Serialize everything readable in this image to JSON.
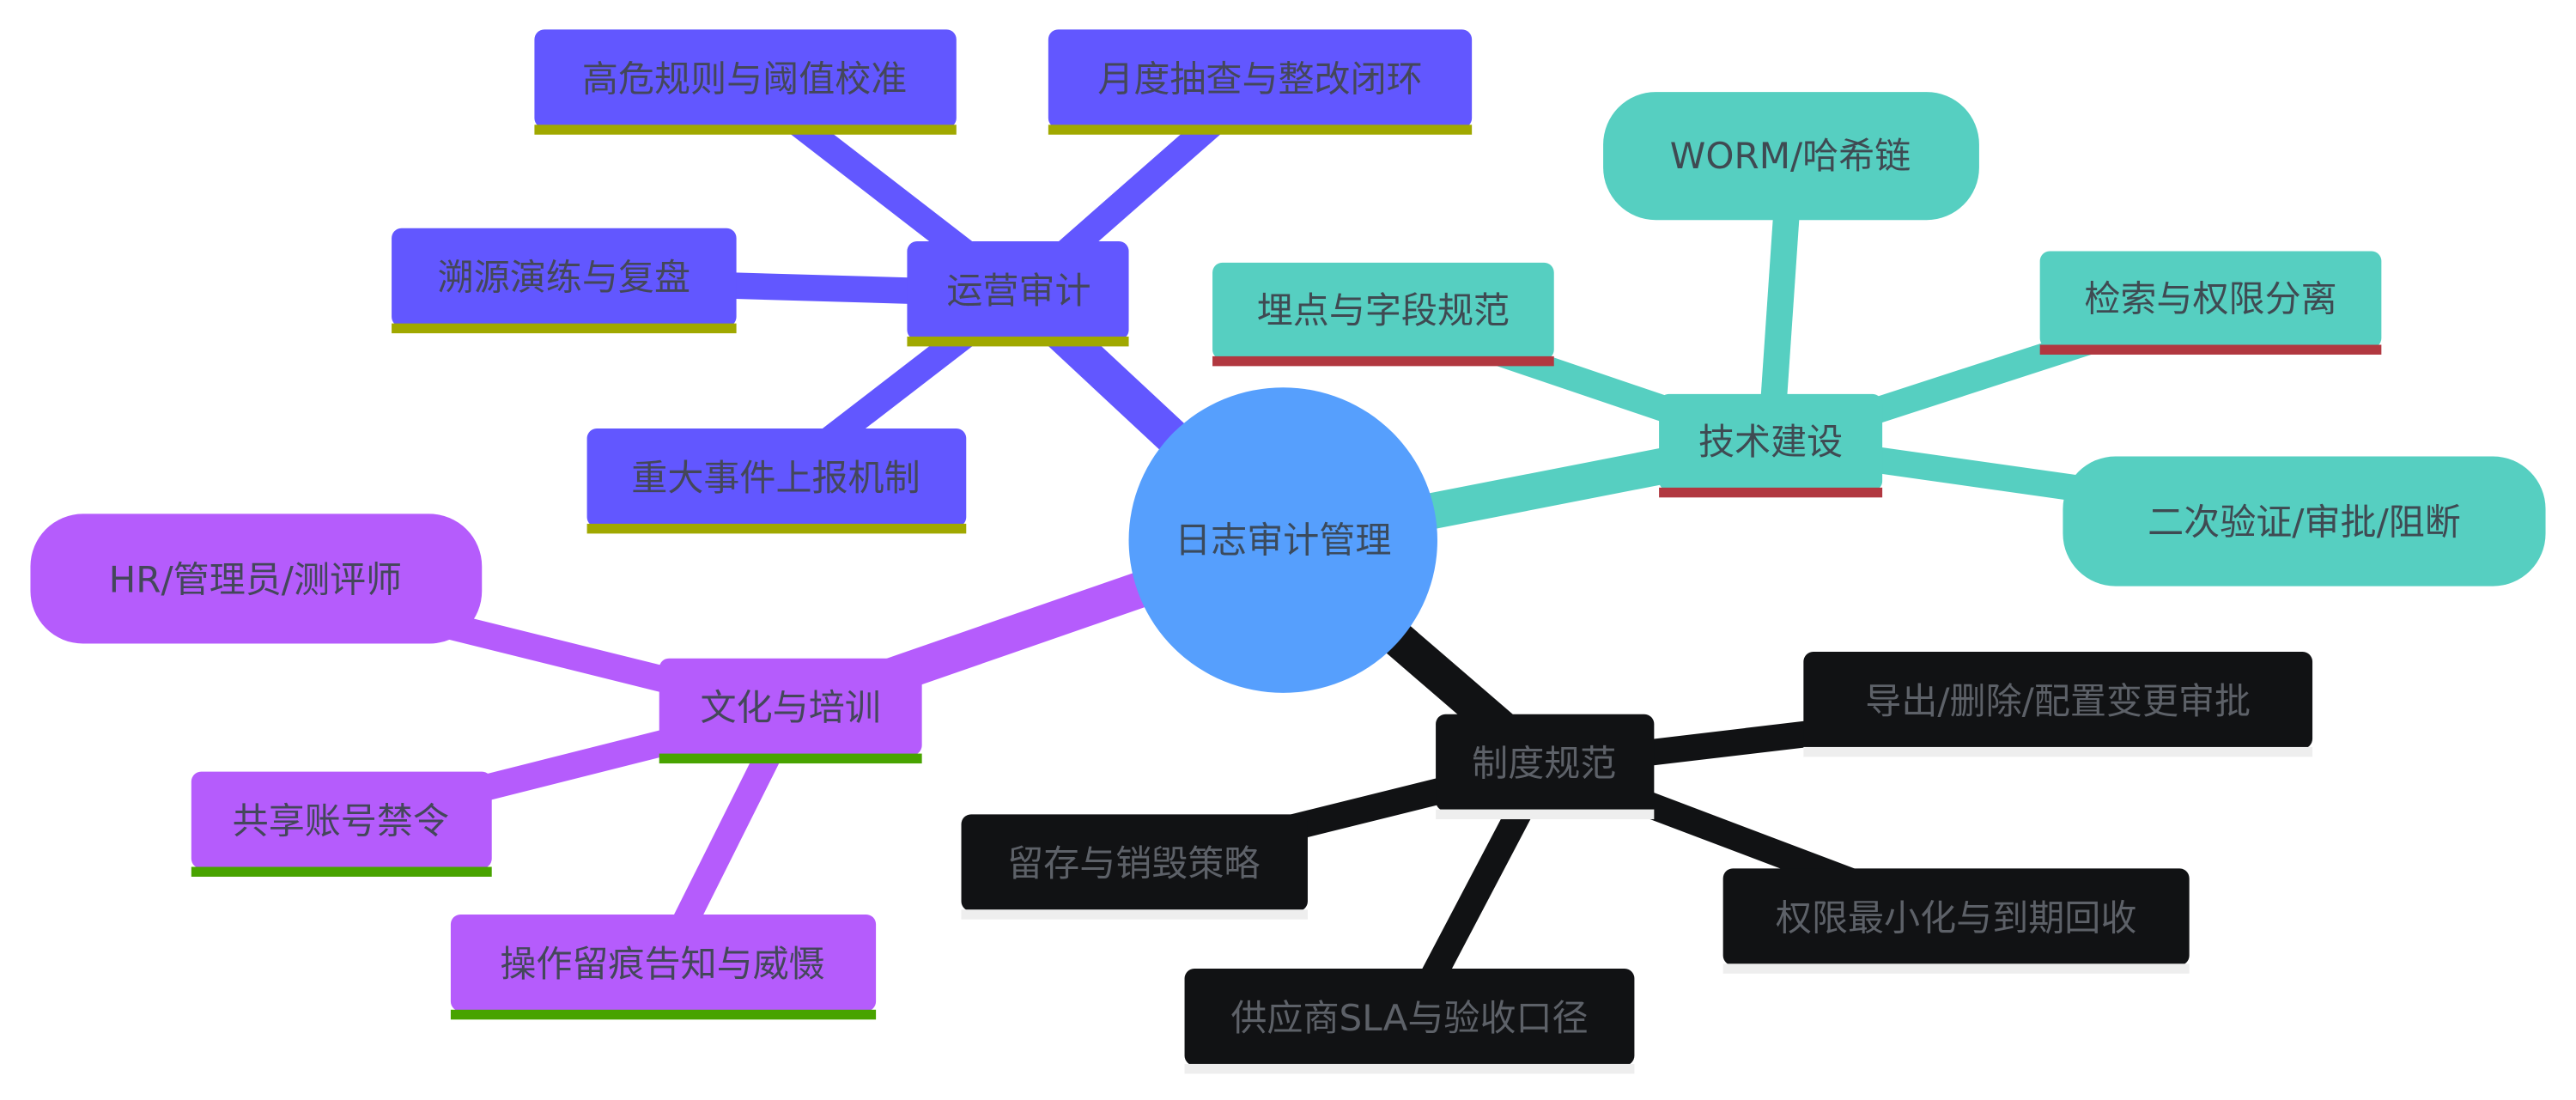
{
  "root": {
    "label": "日志审计管理",
    "color": "#569ffd",
    "text_color": "#3b4a5c"
  },
  "branches": {
    "ops": {
      "label": "运营审计",
      "color": "#6257ff",
      "underline": "#a0a800",
      "text_color": "#44475a",
      "children": [
        "高危规则与阈值校准",
        "月度抽查与整改闭环",
        "溯源演练与复盘",
        "重大事件上报机制"
      ]
    },
    "tech": {
      "label": "技术建设",
      "color": "#56cfc1",
      "underline": "#b13840",
      "text_color": "#3f4a52",
      "children": [
        "埋点与字段规范",
        "WORM/哈希链",
        "检索与权限分离",
        "二次验证/审批/阻断"
      ]
    },
    "culture": {
      "label": "文化与培训",
      "color": "#b55cfc",
      "underline": "#48a300",
      "text_color": "#44475a",
      "children": [
        "HR/管理员/测评师",
        "共享账号禁令",
        "操作留痕告知与威慑"
      ]
    },
    "policy": {
      "label": "制度规范",
      "color": "#111214",
      "underline": "#eeeeee",
      "text_color": "#5d6168",
      "children": [
        "导出/删除/配置变更审批",
        "留存与销毁策略",
        "权限最小化与到期回收",
        "供应商SLA与验收口径"
      ]
    }
  }
}
